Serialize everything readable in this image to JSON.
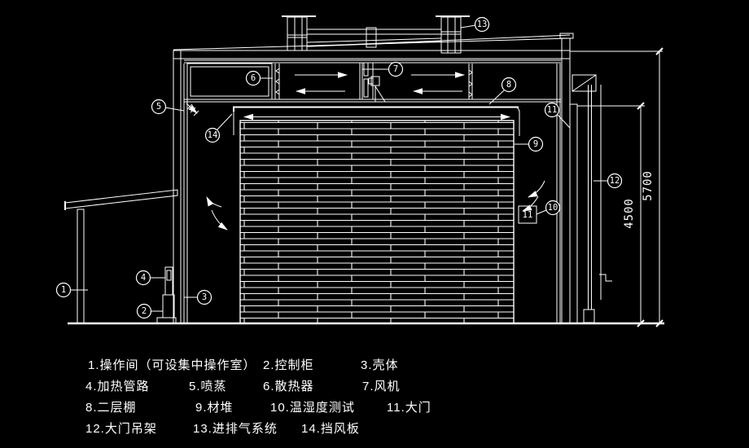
{
  "drawing": {
    "bg": "#000000",
    "stroke": "#ffffff"
  },
  "callouts": [
    "1",
    "2",
    "3",
    "4",
    "5",
    "6",
    "7",
    "8",
    "9",
    "10",
    "11",
    "12",
    "13",
    "14"
  ],
  "sensor_box_label": "11",
  "dimensions": {
    "door_height": "4500",
    "total_height": "5700"
  },
  "legend": {
    "items": [
      "1.操作间（可设集中操作室）",
      "2.控制柜",
      "3.壳体",
      "4.加热管路",
      "5.喷蒸",
      "6.散热器",
      "7.风机",
      "8.二层棚",
      "9.材堆",
      "10.温湿度测试",
      "11.大门",
      "12.大门吊架",
      "13.进排气系统",
      "14.挡风板"
    ]
  }
}
